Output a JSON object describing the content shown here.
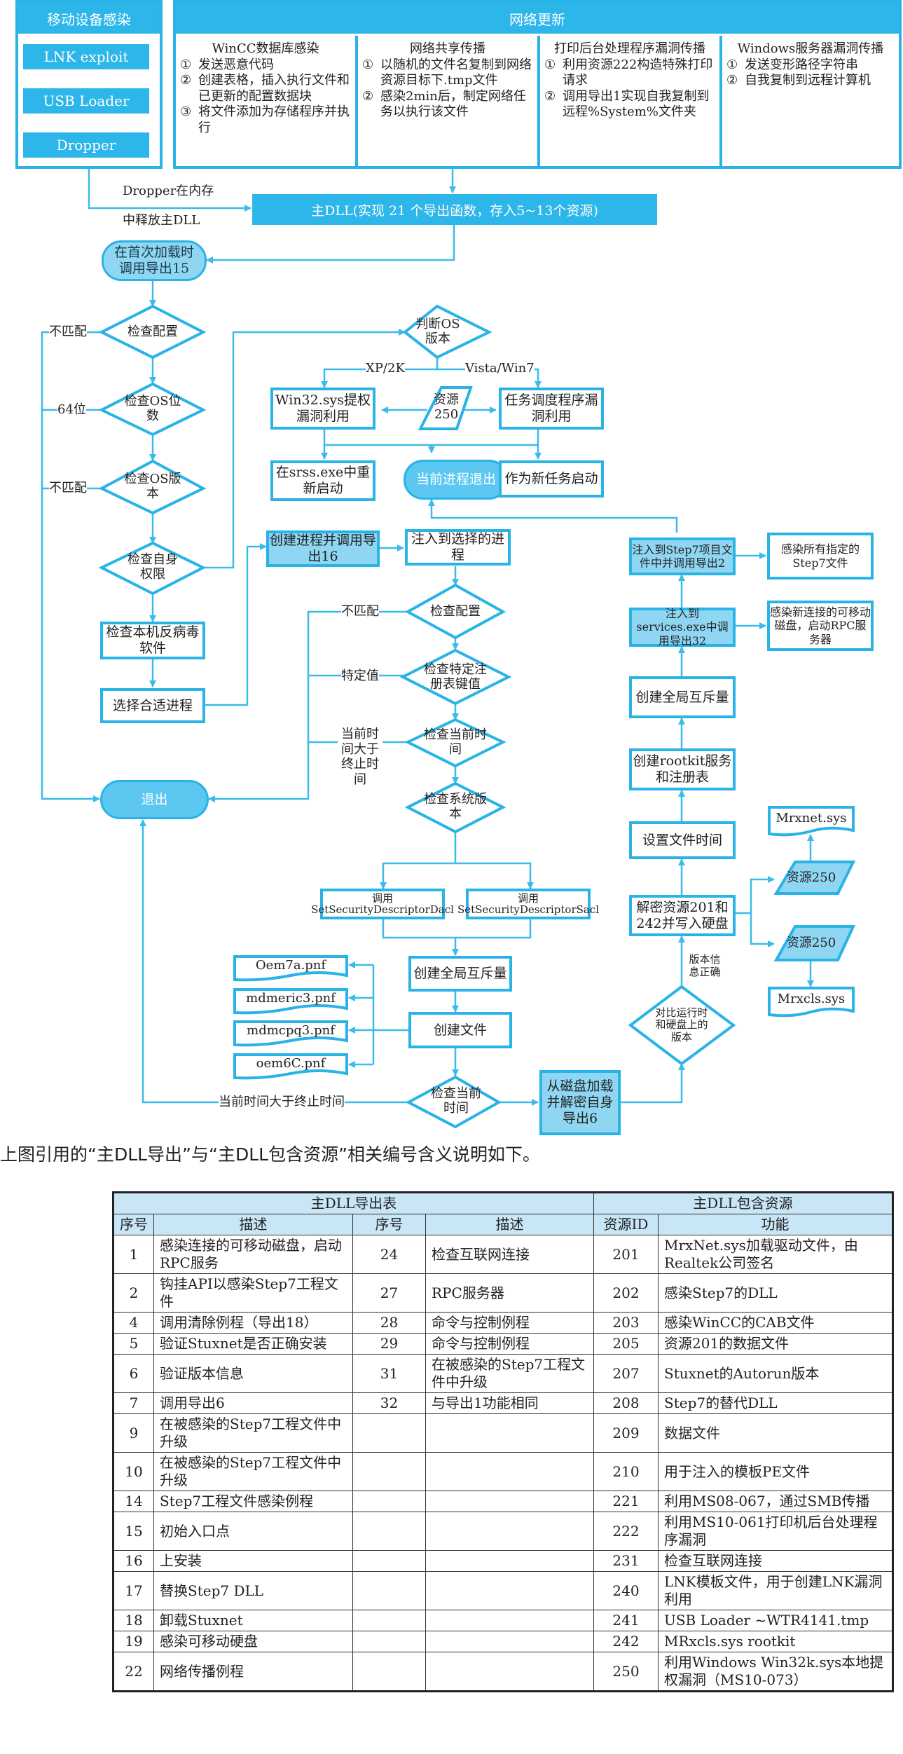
{
  "mobile_panel": {
    "title": "移动设备感染",
    "steps": [
      "LNK exploit",
      "USB Loader",
      "Dropper"
    ]
  },
  "network_panel": {
    "title": "网络更新",
    "columns": [
      {
        "title": "WinCC数据库感染",
        "items": [
          {
            "num": "①",
            "text": "发送恶意代码"
          },
          {
            "num": "②",
            "text": "创建表格，插入执行文件和已更新的配置数据块"
          },
          {
            "num": "③",
            "text": "将文件添加为存储程序并执行"
          }
        ]
      },
      {
        "title": "网络共享传播",
        "items": [
          {
            "num": "①",
            "text": "以随机的文件名复制到网络资源目标下.tmp文件"
          },
          {
            "num": "②",
            "text": "感染2min后，制定网络任务以执行该文件"
          }
        ]
      },
      {
        "title": "打印后台处理程序漏洞传播",
        "items": [
          {
            "num": "①",
            "text": "利用资源222构造特殊打印请求"
          },
          {
            "num": "②",
            "text": "调用导出1实现自我复制到远程%System%文件夹"
          }
        ]
      },
      {
        "title": "Windows服务器漏洞传播",
        "items": [
          {
            "num": "①",
            "text": "发送变形路径字符串"
          },
          {
            "num": "②",
            "text": "自我复制到远程计算机"
          }
        ]
      }
    ]
  },
  "flow": {
    "dropper_label_1": "Dropper在内存",
    "dropper_label_2": "中释放主DLL",
    "main_dll": "主DLL(实现 21 个导出函数，存入5~13个资源)",
    "first_load": "在首次加载时调用导出15",
    "check_config": "检查配置",
    "check_os_bits": "检查OS位数",
    "check_os_version": "检查OS版本",
    "check_privilege": "检查自身权限",
    "check_antivirus": "检查本机反病毒软件",
    "select_process": "选择合适进程",
    "exit": "退出",
    "mismatch_1": "不匹配",
    "bit64": "64位",
    "mismatch_2": "不匹配",
    "judge_os": "判断OS版本",
    "xp2k": "XP/2K",
    "vista_win7": "Vista/Win7",
    "win32sys": "Win32.sys提权漏洞利用",
    "resource250_a": "资源250",
    "task_scheduler": "任务调度程序漏洞利用",
    "restart_srss": "在srss.exe中重新启动",
    "current_process_exit": "当前进程退出",
    "start_new_task": "作为新任务启动",
    "create_process_export16": "创建进程并调用导出16",
    "inject_selected": "注入到选择的进程",
    "check_config_2": "检查配置",
    "check_registry": "检查特定注册表键值",
    "check_time": "检查当前时间",
    "mismatch_3": "不匹配",
    "specific_value": "特定值",
    "time_exceeded": "当前时间大于终止时间",
    "check_sys_version": "检查系统版本",
    "call_dacl": "调用SetSecurityDescriptorDacl",
    "call_sacl": "调用SetSecurityDescriptorSacl",
    "create_mutex_1": "创建全局互斥量",
    "create_file": "创建文件",
    "files": [
      "Oem7a.pnf",
      "mdmeric3.pnf",
      "mdmcpq3.pnf",
      "oem6C.pnf"
    ],
    "check_time_2": "检查当前时间",
    "time_exceeded_2": "当前时间大于终止时间",
    "load_decrypt_export6": "从磁盘加载并解密自身导出6",
    "compare_versions": "对比运行时和硬盘上的版本",
    "version_ok": "版本信息正确",
    "decrypt_resources": "解密资源201和242并写入硬盘",
    "set_file_time": "设置文件时间",
    "create_rootkit": "创建rootkit服务和注册表",
    "create_mutex_2": "创建全局互斥量",
    "inject_services": "注入到services.exe中调用导出32",
    "inject_step7": "注入到Step7项目文件中并调用导出2",
    "infect_step7_files": "感染所有指定的Step7文件",
    "infect_removable": "感染新连接的可移动磁盘，启动RPC服务器",
    "resource250_b": "资源250",
    "resource250_c": "资源250",
    "mrxnet": "Mrxnet.sys",
    "mrxcls": "Mrxcls.sys"
  },
  "caption": "上图引用的“主DLL导出”与“主DLL包含资源”相关编号含义说明如下。",
  "table": {
    "group_headers": [
      "主DLL导出表",
      "主DLL包含资源"
    ],
    "headers": [
      "序号",
      "描述",
      "序号",
      "描述",
      "资源ID",
      "功能"
    ],
    "rows": [
      [
        "1",
        "感染连接的可移动磁盘，启动RPC服务",
        "24",
        "检查互联网连接",
        "201",
        "MrxNet.sys加载驱动文件，由Realtek公司签名"
      ],
      [
        "2",
        "钩挂API以感染Step7工程文件",
        "27",
        "RPC服务器",
        "202",
        "感染Step7的DLL"
      ],
      [
        "4",
        "调用清除例程（导出18）",
        "28",
        "命令与控制例程",
        "203",
        "感染WinCC的CAB文件"
      ],
      [
        "5",
        "验证Stuxnet是否正确安装",
        "29",
        "命令与控制例程",
        "205",
        "资源201的数据文件"
      ],
      [
        "6",
        "验证版本信息",
        "31",
        "在被感染的Step7工程文件中升级",
        "207",
        "Stuxnet的Autorun版本"
      ],
      [
        "7",
        "调用导出6",
        "32",
        "与导出1功能相同",
        "208",
        "Step7的替代DLL"
      ],
      [
        "9",
        "在被感染的Step7工程文件中升级",
        "",
        "",
        "209",
        "数据文件"
      ],
      [
        "10",
        "在被感染的Step7工程文件中升级",
        "",
        "",
        "210",
        "用于注入的模板PE文件"
      ],
      [
        "14",
        "Step7工程文件感染例程",
        "",
        "",
        "221",
        "利用MS08-067，通过SMB传播"
      ],
      [
        "15",
        "初始入口点",
        "",
        "",
        "222",
        "利用MS10-061打印机后台处理程序漏洞"
      ],
      [
        "16",
        "上安装",
        "",
        "",
        "231",
        "检查互联网连接"
      ],
      [
        "17",
        "替换Step7 DLL",
        "",
        "",
        "240",
        "LNK模板文件，用于创建LNK漏洞利用"
      ],
      [
        "18",
        "卸载Stuxnet",
        "",
        "",
        "241",
        "USB Loader ~WTR4141.tmp"
      ],
      [
        "19",
        "感染可移动硬盘",
        "",
        "",
        "242",
        "MRxcls.sys rootkit"
      ],
      [
        "22",
        "网络传播例程",
        "",
        "",
        "250",
        "利用Windows Win32k.sys本地提权漏洞（MS10-073）"
      ]
    ]
  },
  "colors": {
    "accent": "#2cb6ea",
    "accent_light": "#8fd6f3",
    "table_header": "#c8e6f6"
  }
}
